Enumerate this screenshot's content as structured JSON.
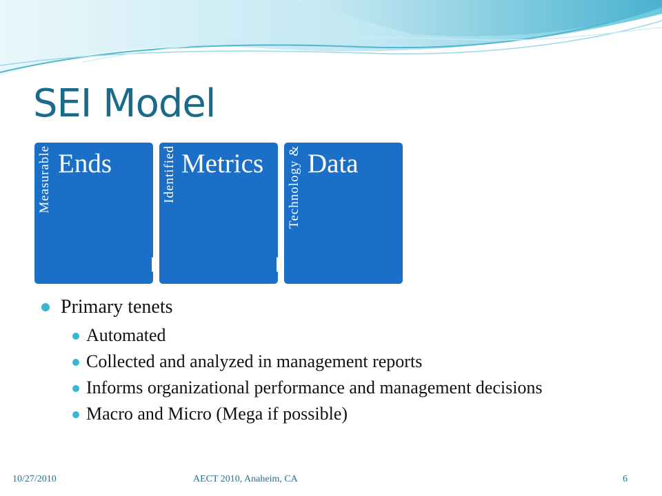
{
  "slide": {
    "title": "SEI Model",
    "blocks": [
      {
        "side_label": "Measurable",
        "heading": "Ends"
      },
      {
        "side_label": "Identified",
        "heading": "Metrics"
      },
      {
        "side_label": "Technology &",
        "heading": "Data"
      }
    ],
    "bullets": {
      "main": "Primary tenets",
      "sub": [
        "Automated",
        "Collected and analyzed in management reports",
        "Informs organizational performance and management decisions",
        "Macro and Micro (Mega if possible)"
      ]
    },
    "footer": {
      "date": "10/27/2010",
      "event": "AECT 2010, Anaheim, CA",
      "page_number": "6"
    }
  },
  "colors": {
    "block_fill": "#1b6fc7",
    "title": "#1a6a8a",
    "bullet": "#37b6cf",
    "wave_light": "#bfe6f0",
    "wave_dark": "#5bc0d8"
  }
}
